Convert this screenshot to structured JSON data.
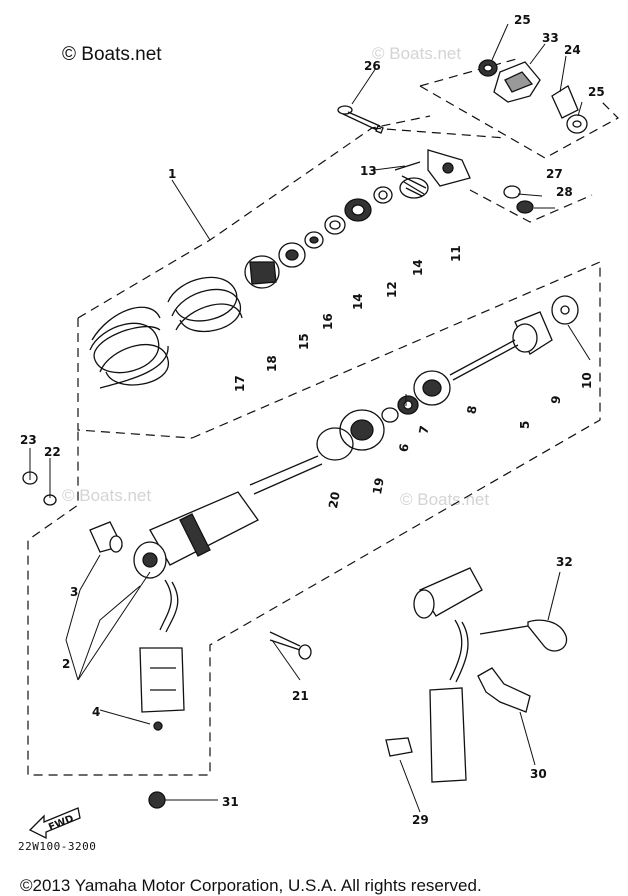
{
  "watermarks": {
    "main": "© Boats.net",
    "faint_1": "© Boats.net",
    "faint_2": "© Boats.net",
    "faint_3": "© Boats.net"
  },
  "part_code": "22W100-3200",
  "copyright": "©2013 Yamaha Motor Corporation, U.S.A. All rights reserved.",
  "fwd_label": "FWD",
  "callouts": {
    "p1": "1",
    "p2": "2",
    "p3": "3",
    "p4": "4",
    "p5": "5",
    "p6": "6",
    "p7": "7",
    "p8": "8",
    "p9": "9",
    "p10": "10",
    "p11": "11",
    "p12": "12",
    "p13": "13",
    "p14a": "14",
    "p14b": "14",
    "p15": "15",
    "p16": "16",
    "p17": "17",
    "p18": "18",
    "p19": "19",
    "p20": "20",
    "p21": "21",
    "p22": "22",
    "p23": "23",
    "p24": "24",
    "p25a": "25",
    "p25b": "25",
    "p26": "26",
    "p27": "27",
    "p28": "28",
    "p29": "29",
    "p30": "30",
    "p31": "31",
    "p32": "32",
    "p33": "33"
  }
}
